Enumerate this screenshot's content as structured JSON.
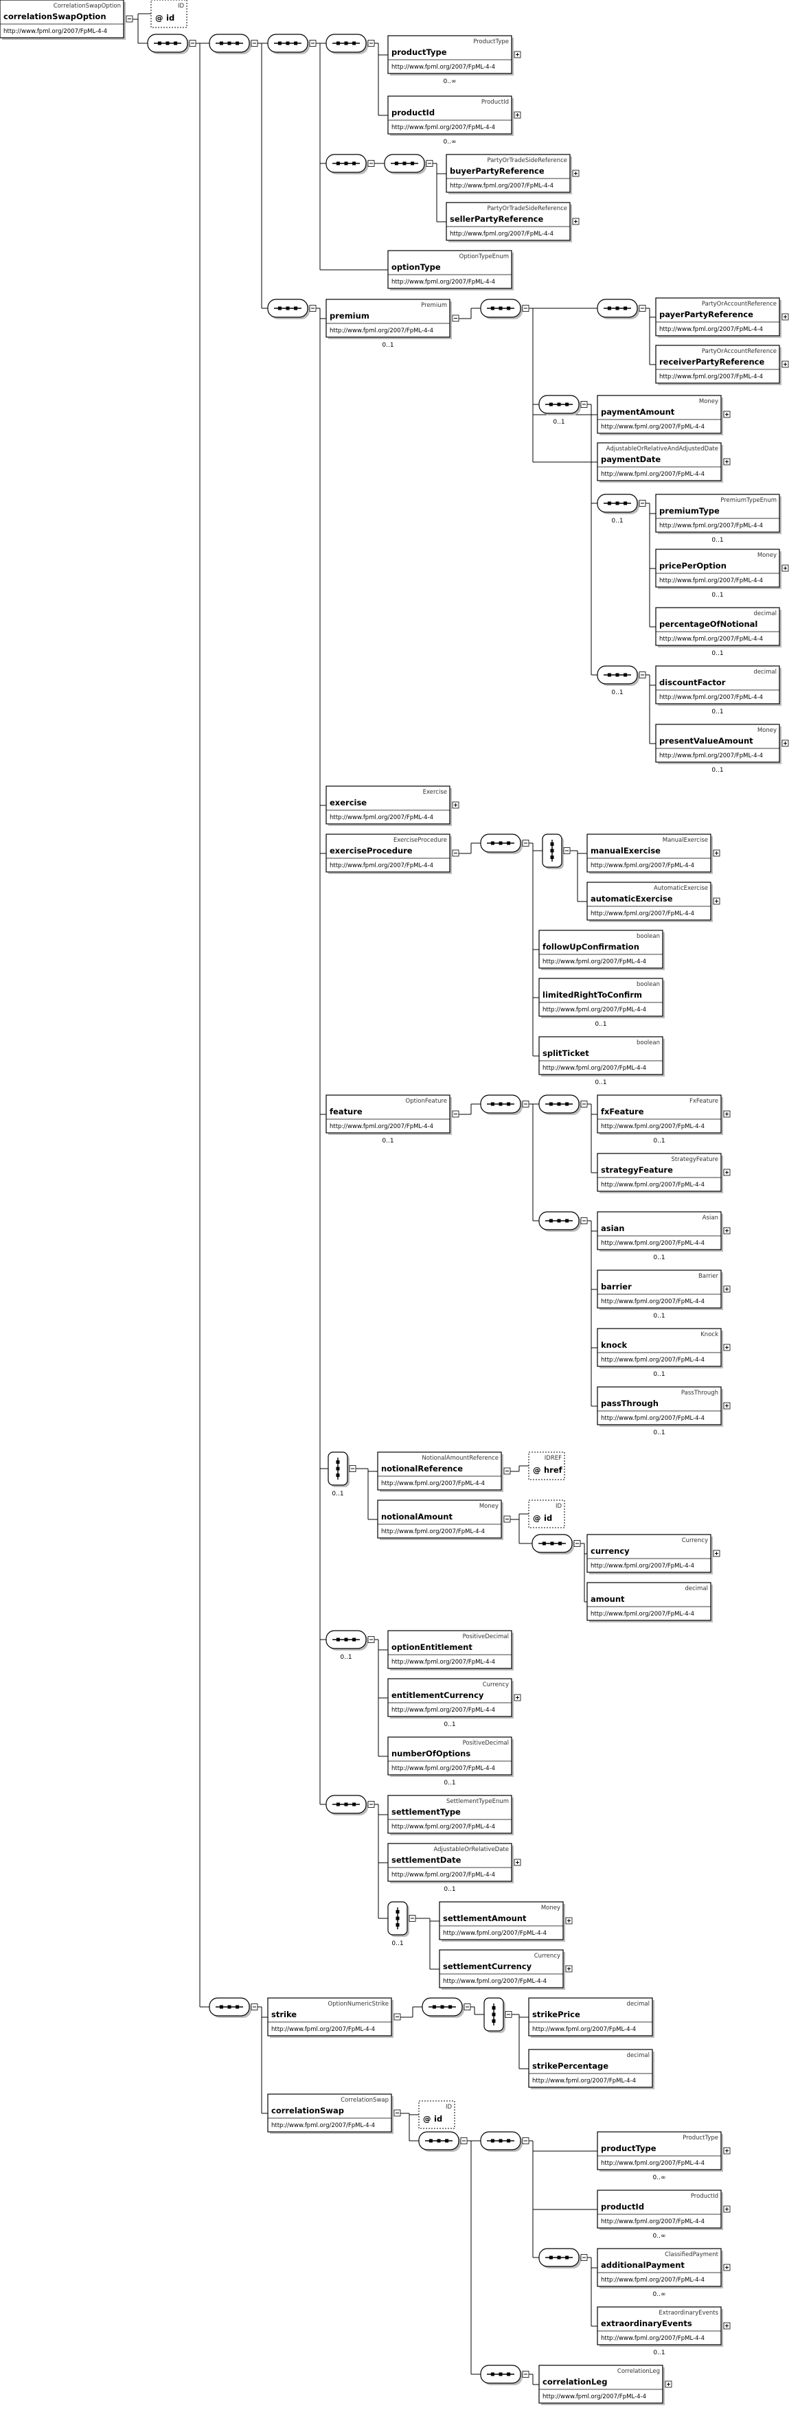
{
  "ns": "http://www.fpml.org/2007/FpML-4-4",
  "elements": [
    {
      "id": "root",
      "type": "CorrelationSwapOption",
      "name": "correlationSwapOption",
      "plus": false
    },
    {
      "id": "productType1",
      "type": "ProductType",
      "name": "productType",
      "card": "0..∞"
    },
    {
      "id": "productId1",
      "type": "ProductId",
      "name": "productId",
      "card": "0..∞"
    },
    {
      "id": "buyerPartyReference",
      "type": "PartyOrTradeSideReference",
      "name": "buyerPartyReference"
    },
    {
      "id": "sellerPartyReference",
      "type": "PartyOrTradeSideReference",
      "name": "sellerPartyReference"
    },
    {
      "id": "optionType",
      "type": "OptionTypeEnum",
      "name": "optionType",
      "plus": false
    },
    {
      "id": "premium",
      "type": "Premium",
      "name": "premium",
      "card": "0..1"
    },
    {
      "id": "payerPartyReference",
      "type": "PartyOrAccountReference",
      "name": "payerPartyReference"
    },
    {
      "id": "receiverPartyReference",
      "type": "PartyOrAccountReference",
      "name": "receiverPartyReference"
    },
    {
      "id": "paymentAmount",
      "type": "Money",
      "name": "paymentAmount"
    },
    {
      "id": "paymentDate",
      "type": "AdjustableOrRelativeAndAdjustedDate",
      "name": "paymentDate"
    },
    {
      "id": "premiumType",
      "type": "PremiumTypeEnum",
      "name": "premiumType",
      "card": "0..1",
      "plus": false
    },
    {
      "id": "pricePerOption",
      "type": "Money",
      "name": "pricePerOption",
      "card": "0..1"
    },
    {
      "id": "percentageOfNotional",
      "type": "decimal",
      "name": "percentageOfNotional",
      "card": "0..1",
      "plus": false
    },
    {
      "id": "discountFactor",
      "type": "decimal",
      "name": "discountFactor",
      "card": "0..1",
      "plus": false
    },
    {
      "id": "presentValueAmount",
      "type": "Money",
      "name": "presentValueAmount",
      "card": "0..1"
    },
    {
      "id": "exercise",
      "type": "Exercise",
      "name": "exercise"
    },
    {
      "id": "exerciseProcedure",
      "type": "ExerciseProcedure",
      "name": "exerciseProcedure"
    },
    {
      "id": "manualExercise",
      "type": "ManualExercise",
      "name": "manualExercise"
    },
    {
      "id": "automaticExercise",
      "type": "AutomaticExercise",
      "name": "automaticExercise"
    },
    {
      "id": "followUpConfirmation",
      "type": "boolean",
      "name": "followUpConfirmation",
      "plus": false
    },
    {
      "id": "limitedRightToConfirm",
      "type": "boolean",
      "name": "limitedRightToConfirm",
      "card": "0..1",
      "plus": false
    },
    {
      "id": "splitTicket",
      "type": "boolean",
      "name": "splitTicket",
      "card": "0..1",
      "plus": false
    },
    {
      "id": "feature",
      "type": "OptionFeature",
      "name": "feature",
      "card": "0..1"
    },
    {
      "id": "fxFeature",
      "type": "FxFeature",
      "name": "fxFeature",
      "card": "0..1"
    },
    {
      "id": "strategyFeature",
      "type": "StrategyFeature",
      "name": "strategyFeature"
    },
    {
      "id": "asian",
      "type": "Asian",
      "name": "asian",
      "card": "0..1"
    },
    {
      "id": "barrier",
      "type": "Barrier",
      "name": "barrier",
      "card": "0..1"
    },
    {
      "id": "knock",
      "type": "Knock",
      "name": "knock",
      "card": "0..1"
    },
    {
      "id": "passThrough",
      "type": "PassThrough",
      "name": "passThrough",
      "card": "0..1"
    },
    {
      "id": "notionalReference",
      "type": "NotionalAmountReference",
      "name": "notionalReference"
    },
    {
      "id": "notionalAmount",
      "type": "Money",
      "name": "notionalAmount",
      "plus": false
    },
    {
      "id": "currency",
      "type": "Currency",
      "name": "currency"
    },
    {
      "id": "amount",
      "type": "decimal",
      "name": "amount",
      "plus": false
    },
    {
      "id": "optionEntitlement",
      "type": "PositiveDecimal",
      "name": "optionEntitlement",
      "plus": false
    },
    {
      "id": "entitlementCurrency",
      "type": "Currency",
      "name": "entitlementCurrency",
      "card": "0..1"
    },
    {
      "id": "numberOfOptions",
      "type": "PositiveDecimal",
      "name": "numberOfOptions",
      "card": "0..1",
      "plus": false
    },
    {
      "id": "settlementType",
      "type": "SettlementTypeEnum",
      "name": "settlementType",
      "plus": false
    },
    {
      "id": "settlementDate",
      "type": "AdjustableOrRelativeDate",
      "name": "settlementDate",
      "card": "0..1"
    },
    {
      "id": "settlementAmount",
      "type": "Money",
      "name": "settlementAmount"
    },
    {
      "id": "settlementCurrency",
      "type": "Currency",
      "name": "settlementCurrency"
    },
    {
      "id": "strike",
      "type": "OptionNumericStrike",
      "name": "strike"
    },
    {
      "id": "strikePrice",
      "type": "decimal",
      "name": "strikePrice",
      "plus": false
    },
    {
      "id": "strikePercentage",
      "type": "decimal",
      "name": "strikePercentage",
      "plus": false
    },
    {
      "id": "correlationSwap",
      "type": "CorrelationSwap",
      "name": "correlationSwap"
    },
    {
      "id": "productType2",
      "type": "ProductType",
      "name": "productType",
      "card": "0..∞"
    },
    {
      "id": "productId2",
      "type": "ProductId",
      "name": "productId",
      "card": "0..∞"
    },
    {
      "id": "additionalPayment",
      "type": "ClassifiedPayment",
      "name": "additionalPayment",
      "card": "0..∞"
    },
    {
      "id": "extraordinaryEvents",
      "type": "ExtraordinaryEvents",
      "name": "extraordinaryEvents",
      "card": "0..1"
    },
    {
      "id": "correlationLeg",
      "type": "CorrelationLeg",
      "name": "correlationLeg"
    }
  ],
  "attributes": [
    {
      "id": "attr_root_id",
      "type": "ID",
      "name": "id"
    },
    {
      "id": "attr_href",
      "type": "IDREF",
      "name": "href"
    },
    {
      "id": "attr_notional_id",
      "type": "ID",
      "name": "id"
    },
    {
      "id": "attr_cswap_id",
      "type": "ID",
      "name": "id"
    }
  ],
  "compositors": [
    {
      "id": "c_root",
      "kind": "sequence"
    },
    {
      "id": "c_product",
      "kind": "sequence"
    },
    {
      "id": "c_group1",
      "kind": "sequence"
    },
    {
      "id": "c_prodmodel",
      "kind": "sequence"
    },
    {
      "id": "c_buysell",
      "kind": "sequence"
    },
    {
      "id": "c_buysell2",
      "kind": "sequence"
    },
    {
      "id": "c_premiumgrp",
      "kind": "sequence"
    },
    {
      "id": "c_premium",
      "kind": "sequence"
    },
    {
      "id": "c_payrec",
      "kind": "sequence"
    },
    {
      "id": "c_premquote",
      "kind": "sequence",
      "card": "0..1"
    },
    {
      "id": "c_premtype",
      "kind": "sequence",
      "card": "0..1"
    },
    {
      "id": "c_discount",
      "kind": "sequence",
      "card": "0..1"
    },
    {
      "id": "c_exproc",
      "kind": "sequence"
    },
    {
      "id": "c_exchoice",
      "kind": "choice"
    },
    {
      "id": "c_feature",
      "kind": "sequence"
    },
    {
      "id": "c_fxstrat",
      "kind": "sequence"
    },
    {
      "id": "c_other",
      "kind": "sequence"
    },
    {
      "id": "c_notchoice",
      "kind": "choice",
      "card": "0..1"
    },
    {
      "id": "c_money",
      "kind": "sequence"
    },
    {
      "id": "c_entitle",
      "kind": "sequence",
      "card": "0..1"
    },
    {
      "id": "c_settle",
      "kind": "sequence"
    },
    {
      "id": "c_setchoice",
      "kind": "choice",
      "card": "0..1"
    },
    {
      "id": "c_strikegrp",
      "kind": "sequence"
    },
    {
      "id": "c_strike",
      "kind": "sequence"
    },
    {
      "id": "c_strikechoice",
      "kind": "choice"
    },
    {
      "id": "c_cswap",
      "kind": "sequence"
    },
    {
      "id": "c_cswapprod",
      "kind": "sequence"
    },
    {
      "id": "c_cswapadd",
      "kind": "sequence"
    },
    {
      "id": "c_cswapleg",
      "kind": "sequence"
    }
  ]
}
